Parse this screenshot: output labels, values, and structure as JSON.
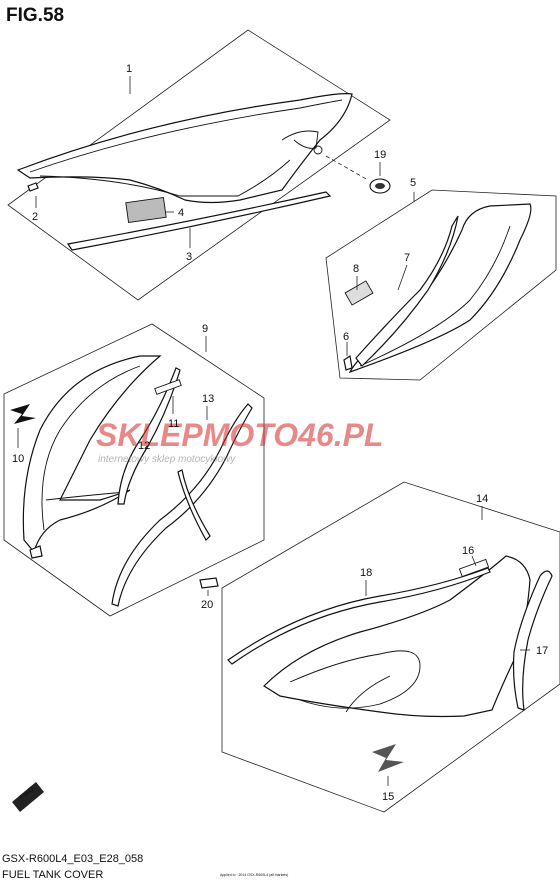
{
  "figure": {
    "title": "FIG.58"
  },
  "footer": {
    "model_code": "GSX-R600L4_E03_E28_058",
    "caption": "FUEL TANK COVER",
    "fine_print": "Applied to : 2014 GSX-R600L4 (all markets)"
  },
  "watermark": {
    "brand": "SKLEPMOTO46.PL",
    "tagline": "internetowy sklep motocyklowy",
    "color": "#d42a2a"
  },
  "direction_marker": {
    "label": "FWD"
  },
  "callouts": [
    "1",
    "2",
    "3",
    "4",
    "5",
    "6",
    "7",
    "8",
    "9",
    "10",
    "11",
    "12",
    "13",
    "14",
    "15",
    "16",
    "17",
    "18",
    "19",
    "20"
  ]
}
